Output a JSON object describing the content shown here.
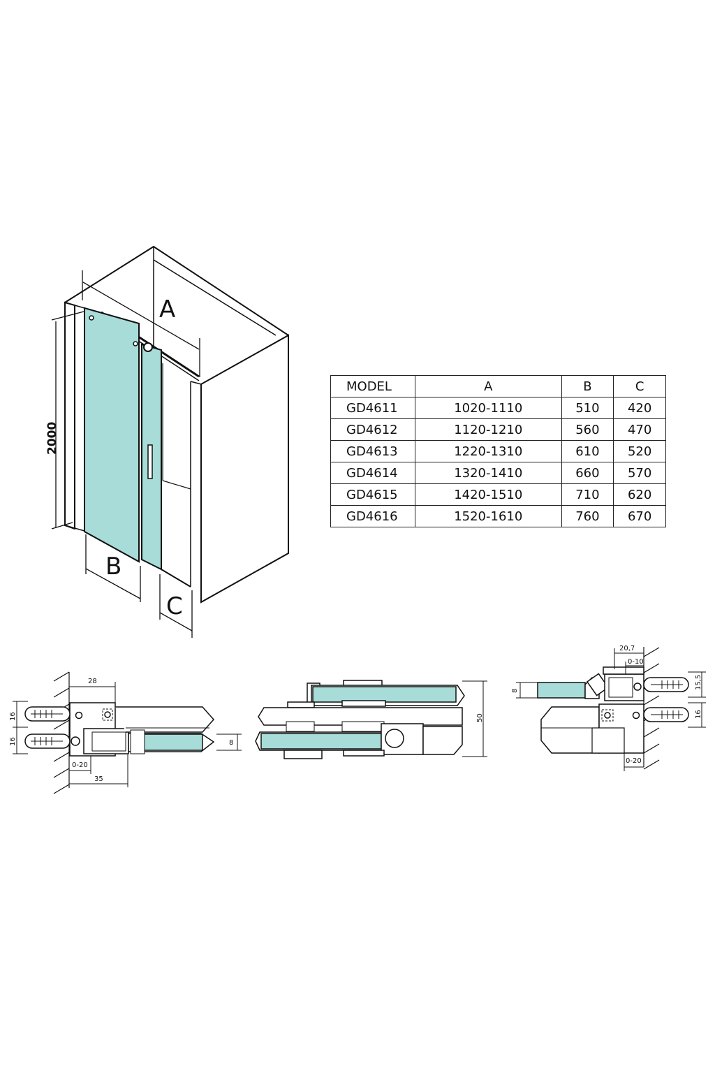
{
  "main_drawing": {
    "label_a": "A",
    "label_b": "B",
    "label_c": "C",
    "height": "2000"
  },
  "spec_table": {
    "headers": [
      "MODEL",
      "A",
      "B",
      "C"
    ],
    "rows": [
      [
        "GD4611",
        "1020-1110",
        "510",
        "420"
      ],
      [
        "GD4612",
        "1120-1210",
        "560",
        "470"
      ],
      [
        "GD4613",
        "1220-1310",
        "610",
        "520"
      ],
      [
        "GD4614",
        "1320-1410",
        "660",
        "570"
      ],
      [
        "GD4615",
        "1420-1510",
        "710",
        "620"
      ],
      [
        "GD4616",
        "1520-1610",
        "760",
        "670"
      ]
    ]
  },
  "detail_left": {
    "d28": "28",
    "d16a": "16",
    "d16b": "16",
    "d8": "8",
    "d0_20": "0-20",
    "d35": "35"
  },
  "detail_middle": {
    "d50": "50"
  },
  "detail_right": {
    "d20_7": "20,7",
    "d0_10": "0-10",
    "d8": "8",
    "d15_5": "15,5",
    "d16": "16",
    "d0_20": "0-20"
  },
  "colors": {
    "glass": "#a8dcd8",
    "line": "#111111",
    "background": "#ffffff"
  }
}
